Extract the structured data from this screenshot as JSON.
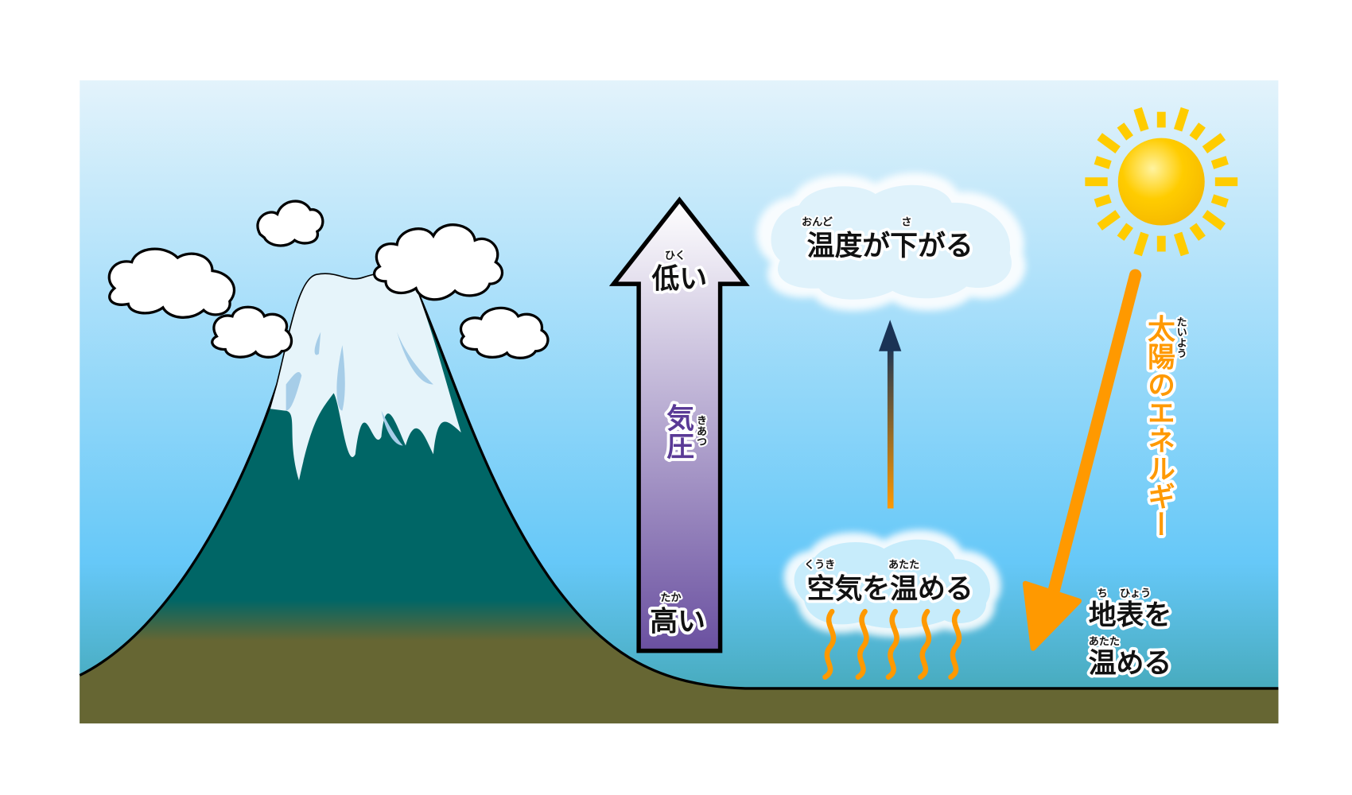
{
  "pressure_arrow": {
    "title": "気圧",
    "title_ruby": "きあつ",
    "low": "低い",
    "low_ruby": "ひく",
    "high": "高い",
    "high_ruby": "たか"
  },
  "cloud_top": {
    "text": "温度が下がる",
    "ruby_1": "おんど",
    "ruby_2": "さ"
  },
  "cloud_bottom": {
    "text": "空気を温める",
    "ruby_1": "くうき",
    "ruby_2": "あたた"
  },
  "sun": {
    "text": "太陽のエネルギー",
    "ruby": "たいよう"
  },
  "ground": {
    "line1": "地表を",
    "line1_ruby_1": "ち",
    "line1_ruby_2": "ひょう",
    "line2": "温める",
    "line2_ruby": "あたた"
  },
  "colors": {
    "sky_top": "#e3f3fb",
    "sky_mid": "#66c8f8",
    "sky_bottom": "#3fa3ae",
    "mountain": "#006666",
    "ground": "#666633",
    "snow": "#e6f4fa",
    "pressure_purple": "#5a3a96",
    "sun_orange": "#ff9900",
    "sun_yellow": "#ffcc00"
  }
}
